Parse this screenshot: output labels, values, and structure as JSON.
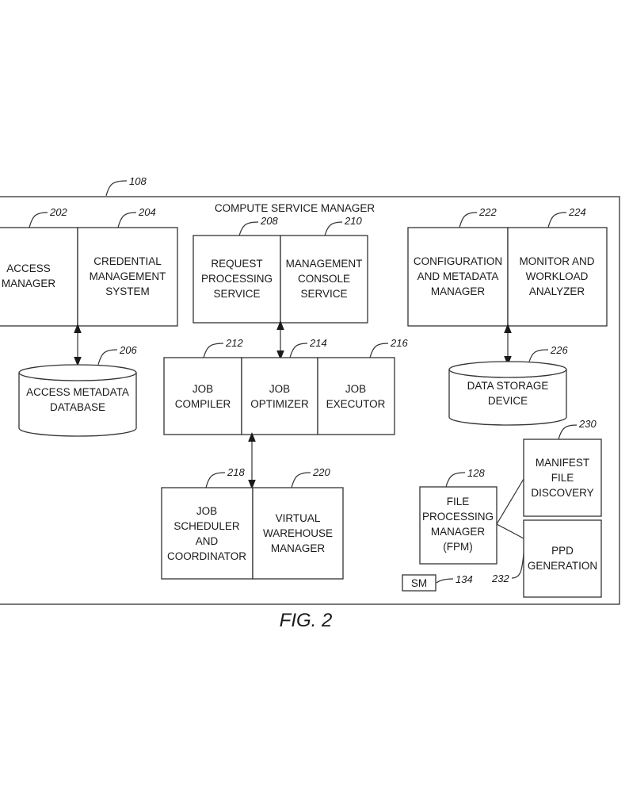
{
  "figure": {
    "caption": "FIG. 2",
    "outer_ref": "108",
    "outer_title": "COMPUTE SERVICE MANAGER"
  },
  "components": {
    "access_manager": {
      "ref": "202",
      "lines": [
        "ACCESS",
        "MANAGER"
      ]
    },
    "credential_management": {
      "ref": "204",
      "lines": [
        "CREDENTIAL",
        "MANAGEMENT",
        "SYSTEM"
      ]
    },
    "access_metadata_db": {
      "ref": "206",
      "lines": [
        "ACCESS METADATA",
        "DATABASE"
      ]
    },
    "request_processing": {
      "ref": "208",
      "lines": [
        "REQUEST",
        "PROCESSING",
        "SERVICE"
      ]
    },
    "management_console": {
      "ref": "210",
      "lines": [
        "MANAGEMENT",
        "CONSOLE",
        "SERVICE"
      ]
    },
    "job_compiler": {
      "ref": "212",
      "lines": [
        "JOB",
        "COMPILER"
      ]
    },
    "job_optimizer": {
      "ref": "214",
      "lines": [
        "JOB",
        "OPTIMIZER"
      ]
    },
    "job_executor": {
      "ref": "216",
      "lines": [
        "JOB",
        "EXECUTOR"
      ]
    },
    "job_scheduler": {
      "ref": "218",
      "lines": [
        "JOB",
        "SCHEDULER",
        "AND",
        "COORDINATOR"
      ]
    },
    "virtual_warehouse": {
      "ref": "220",
      "lines": [
        "VIRTUAL",
        "WAREHOUSE",
        "MANAGER"
      ]
    },
    "config_metadata": {
      "ref": "222",
      "lines": [
        "CONFIGURATION",
        "AND METADATA",
        "MANAGER"
      ]
    },
    "monitor_workload": {
      "ref": "224",
      "lines": [
        "MONITOR AND",
        "WORKLOAD",
        "ANALYZER"
      ]
    },
    "data_storage": {
      "ref": "226",
      "lines": [
        "DATA STORAGE",
        "DEVICE"
      ]
    },
    "file_processing": {
      "ref": "128",
      "lines": [
        "FILE",
        "PROCESSING",
        "MANAGER",
        "(FPM)"
      ]
    },
    "manifest_discovery": {
      "ref": "230",
      "lines": [
        "MANIFEST",
        "FILE",
        "DISCOVERY"
      ]
    },
    "ppd_generation": {
      "ref": "232",
      "lines": [
        "PPD",
        "GENERATION"
      ]
    },
    "sm": {
      "ref": "134",
      "lines": [
        "SM"
      ]
    }
  }
}
